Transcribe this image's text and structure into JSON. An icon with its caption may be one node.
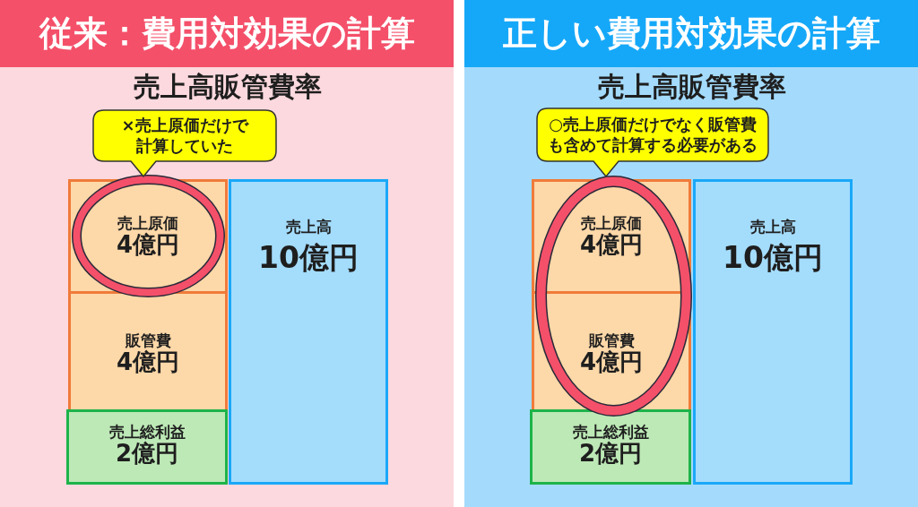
{
  "diagram": {
    "nodes": [
      {
        "text": [
          "従来：費用対効果の計算",
          "売上高販管費率"
        ]
      },
      {
        "text": [
          "×売上原価だけで計算していた"
        ],
        "in": 0
      },
      {
        "text": [
          "売上原価",
          "4億円"
        ],
        "in": 0
      },
      {
        "text": [
          "販管費",
          "4億円"
        ],
        "in": 0
      },
      {
        "text": [
          "売上総利益",
          "2億円"
        ],
        "in": 0
      },
      {
        "text": [
          "売上高",
          "10億円"
        ],
        "in": 0
      },
      {
        "text": [
          "正しい費用対効果の計算",
          "売上高販管費率"
        ]
      },
      {
        "text": [
          "○売上原価だけでなく販管費も含めて計算する必要がある"
        ],
        "in": 6
      },
      {
        "text": [
          "売上原価",
          "4億円"
        ],
        "in": 6
      },
      {
        "text": [
          "販管費",
          "4億円"
        ],
        "in": 6
      },
      {
        "text": [
          "売上総利益",
          "2億円"
        ],
        "in": 6
      },
      {
        "text": [
          "売上高",
          "10億円"
        ],
        "in": 6
      }
    ]
  }
}
